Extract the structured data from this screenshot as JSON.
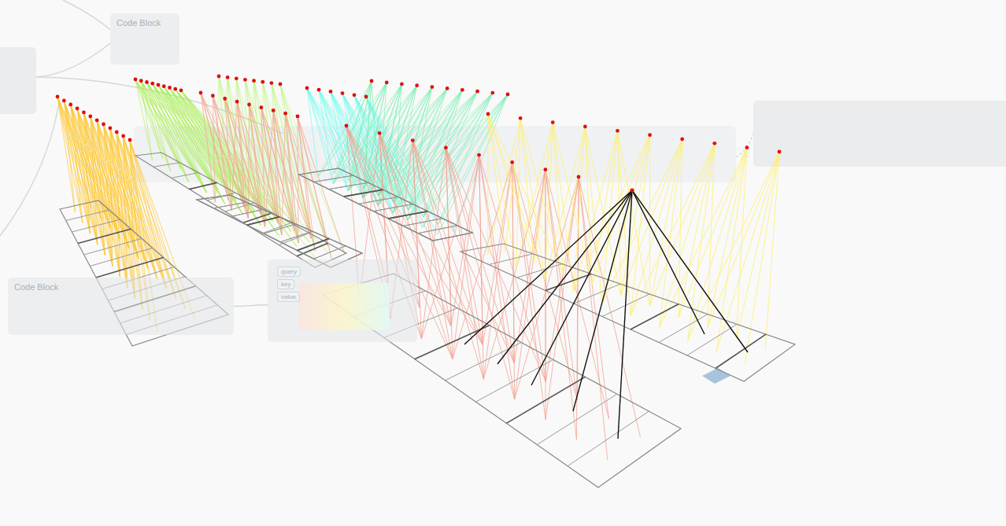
{
  "diagram": {
    "nodes": [
      {
        "text": [
          "Code Block"
        ]
      },
      {
        "text": [
          "Code Block"
        ]
      },
      {
        "text": [
          "query",
          "key",
          "value"
        ]
      }
    ],
    "edges": [
      {
        "from": 1,
        "to": 2,
        "arrow": "none"
      }
    ]
  }
}
